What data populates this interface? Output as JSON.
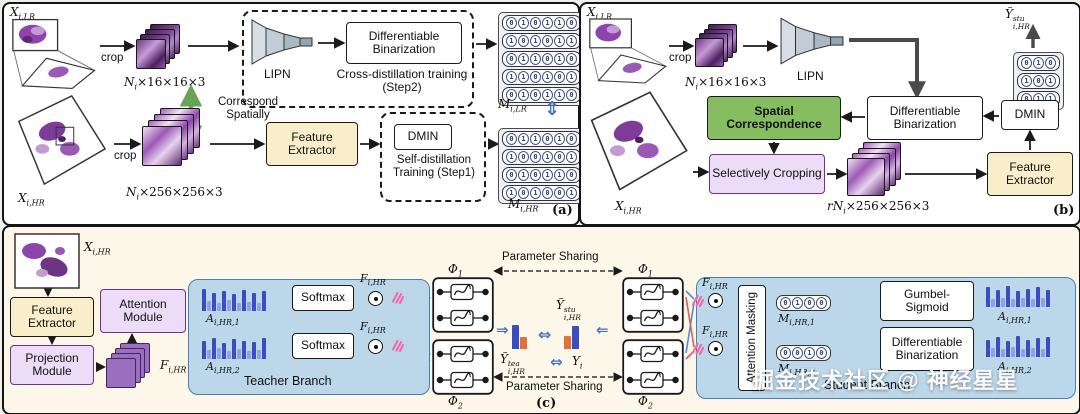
{
  "icons": {
    "equiv": "⇔",
    "equiv_v": "⇕",
    "imply_left": "⇐",
    "imply_right": "⇒"
  },
  "colors": {
    "green_box": "#85bd60",
    "yellow_box": "#f8eec9",
    "purple_box": "#ecdcf7",
    "branch_blue": "#bdd7ea",
    "bar_blue": "#3b4cc0",
    "bar_light_blue": "#93a0e8",
    "bar_orange": "#e0703c",
    "frozen_pink": "#ef6aa8",
    "arrow_blue": "#4472c4",
    "correspond_green": "#69a355"
  },
  "a": {
    "tag": "(a)",
    "x_lr": {
      "b": "X",
      "s": "i,LR"
    },
    "crop1": "crop",
    "dims_lr": {
      "b": "N",
      "s": "i",
      "r": "×16×16×3"
    },
    "lipn": "LIPN",
    "diff_bin": "Differentiable Binarization",
    "cross": "Cross-distillation training (Step2)",
    "m_lr": {
      "b": "M",
      "s": "i,LR"
    },
    "m_lr_rows": [
      "010110",
      "101011",
      "011010",
      "110101",
      "010110"
    ],
    "correspond": "Correspond Spatially",
    "x_hr": {
      "b": "X",
      "s": "i,HR"
    },
    "crop2": "crop",
    "dims_hr": {
      "b": "N",
      "s": "i",
      "r": "×256×256×3"
    },
    "feat": "Feature Extractor",
    "dmin": "DMIN",
    "self": "Self-distillation Training (Step1)",
    "m_hr": {
      "b": "M",
      "s": "i,HR"
    },
    "m_hr_rows": [
      "011010",
      "100101",
      "010110",
      "101001"
    ]
  },
  "b": {
    "tag": "(b)",
    "x_lr": {
      "b": "X",
      "s": "i,LR"
    },
    "crop": "crop",
    "dims_lr": {
      "b": "N",
      "s": "i",
      "r": "×16×16×3"
    },
    "lipn": "LIPN",
    "y_stu": {
      "b": "Ỹ",
      "p": "stu",
      "s": "i,HR"
    },
    "y_rows": [
      "010",
      "101",
      "011"
    ],
    "spatial": "Spatial Correspondence",
    "diff_bin": "Differentiable Binarization",
    "dmin": "DMIN",
    "select_crop": "Selectively Cropping",
    "x_hr": {
      "b": "X",
      "s": "i,HR"
    },
    "dims_hr": {
      "b": "rN",
      "s": "i",
      "r": "×256×256×3"
    },
    "feat": "Feature Extractor"
  },
  "c": {
    "tag": "(c)",
    "x_hr": {
      "b": "X",
      "s": "i,HR"
    },
    "feat": "Feature Extractor",
    "proj": "Projection Module",
    "attn": "Attention Module",
    "f_hr": {
      "b": "F",
      "s": "i,HR"
    },
    "watermark": "掘金技术社区 @ 神经星星",
    "teacher": {
      "title": "Teacher Branch",
      "a1": {
        "b": "A",
        "s": "i,HR,1"
      },
      "a2": {
        "b": "A",
        "s": "i,HR,2"
      },
      "softmax": "Softmax",
      "f": {
        "b": "F",
        "s": "i,HR"
      },
      "phi1": {
        "b": "Φ",
        "s": "1"
      },
      "phi2": {
        "b": "Φ",
        "s": "2"
      },
      "a1_bars": {
        "values": [
          22,
          10,
          18,
          8,
          20,
          11,
          17,
          8,
          21,
          9,
          18,
          8,
          20
        ]
      },
      "a2_bars": {
        "values": [
          18,
          9,
          21,
          11,
          16,
          8,
          20,
          10,
          18,
          8,
          17,
          9,
          21
        ]
      }
    },
    "middle": {
      "param_top": "Parameter Sharing",
      "param_bottom": "Parameter Sharing",
      "y_tea": {
        "b": "Ỹ",
        "p": "tea",
        "s": "i,HR"
      },
      "y_stu": {
        "b": "Ỹ",
        "p": "stu",
        "s": "i,HR"
      },
      "y_gt": {
        "b": "Y",
        "s": "i"
      },
      "tea_bars": {
        "values": [
          24,
          12
        ],
        "colors": [
          "#3b4cc0",
          "#e0703c"
        ]
      },
      "stu_bars": {
        "values": [
          13,
          23
        ],
        "colors": [
          "#e0703c",
          "#3b4cc0"
        ]
      }
    },
    "student": {
      "title": "Student Branch",
      "phi1": {
        "b": "Φ",
        "s": "1"
      },
      "phi2": {
        "b": "Φ",
        "s": "2"
      },
      "f": {
        "b": "F",
        "s": "i,HR"
      },
      "attn_mask": "Attention Masking",
      "m1": {
        "b": "M",
        "s": "i,HR,1"
      },
      "m2": {
        "b": "M",
        "s": "i,HR,2"
      },
      "m1_rows": [
        "0100"
      ],
      "m2_rows": [
        "0010"
      ],
      "gumbel": "Gumbel-Sigmoid",
      "diff_bin": "Differentiable Binarization",
      "a1": {
        "b": "A",
        "s": "i,HR,1"
      },
      "a2": {
        "b": "A",
        "s": "i,HR,2"
      },
      "a1_bars": {
        "values": [
          20,
          8,
          17,
          9,
          21,
          8,
          16,
          9,
          18,
          8,
          20,
          9,
          17
        ]
      },
      "a2_bars": {
        "values": [
          17,
          9,
          20,
          8,
          16,
          10,
          21,
          8,
          17,
          9,
          19,
          8,
          20
        ]
      }
    }
  }
}
